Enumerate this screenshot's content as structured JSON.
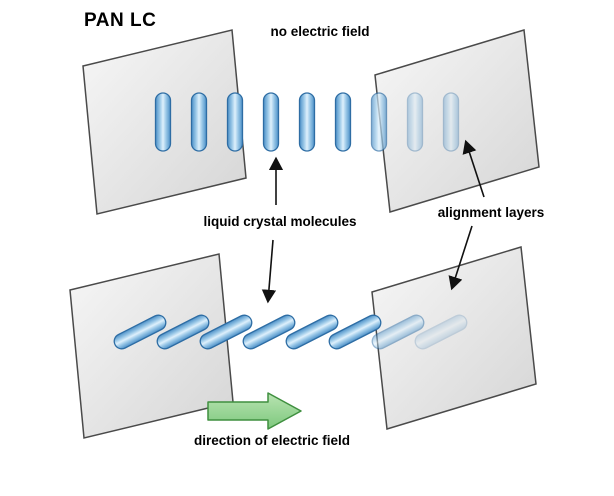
{
  "title": "PAN LC",
  "labels": {
    "no_field": "no electric field",
    "molecules": "liquid crystal molecules",
    "alignment_layers": "alignment layers",
    "field_direction": "direction of electric field"
  },
  "diagram": {
    "top_molecules": {
      "count": 9,
      "orientation": "vertical",
      "faded_from_index": 6
    },
    "bottom_molecules": {
      "count": 8,
      "orientation": "tilted",
      "tilt_deg": -27,
      "faded_from_index": 6
    }
  },
  "colors": {
    "background": "#ffffff",
    "text": "#000000",
    "arrow_black": "#111111",
    "plate_light": "#f7f7f7",
    "plate_dark": "#d5d5d5",
    "plate_stroke": "#4a4a4a",
    "molecule_stroke": "#2e6da4",
    "molecule_edge": "#4b8fc7",
    "molecule_mid": "#9cc9e8",
    "molecule_center": "#def0fc",
    "green_fill": "#7dc87d",
    "green_light": "#b9e4b2",
    "green_stroke": "#3f8f3f"
  }
}
